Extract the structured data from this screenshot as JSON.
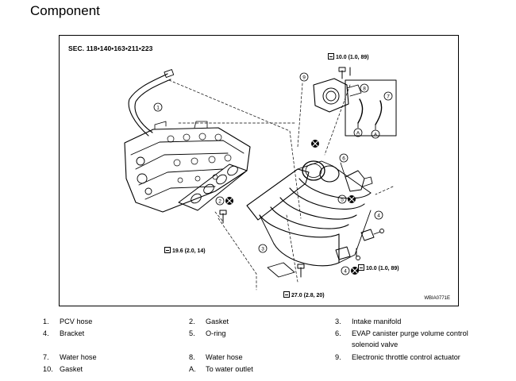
{
  "page": {
    "title": "Component"
  },
  "diagram": {
    "section_label": "SEC. 118•140•163•211•223",
    "image_code": "WBIA0771E",
    "callouts": [
      "1",
      "2",
      "3",
      "4",
      "4",
      "5",
      "6",
      "7",
      "8",
      "9",
      "A",
      "A"
    ],
    "torques": [
      "10.0 (1.0, 89)",
      "19.6 (2.0, 14)",
      "10.0 (1.0, 89)",
      "27.0 (2.8, 20)"
    ]
  },
  "legend": [
    {
      "num": "1.",
      "text": "PCV hose"
    },
    {
      "num": "2.",
      "text": "Gasket"
    },
    {
      "num": "3.",
      "text": "Intake manifold"
    },
    {
      "num": "4.",
      "text": "Bracket"
    },
    {
      "num": "5.",
      "text": "O-ring"
    },
    {
      "num": "6.",
      "text": "EVAP canister purge volume control solenoid valve"
    },
    {
      "num": "7.",
      "text": "Water hose"
    },
    {
      "num": "8.",
      "text": "Water hose"
    },
    {
      "num": "9.",
      "text": "Electronic throttle control actuator"
    },
    {
      "num": "10.",
      "text": "Gasket"
    },
    {
      "num": "A.",
      "text": "To water outlet"
    }
  ]
}
